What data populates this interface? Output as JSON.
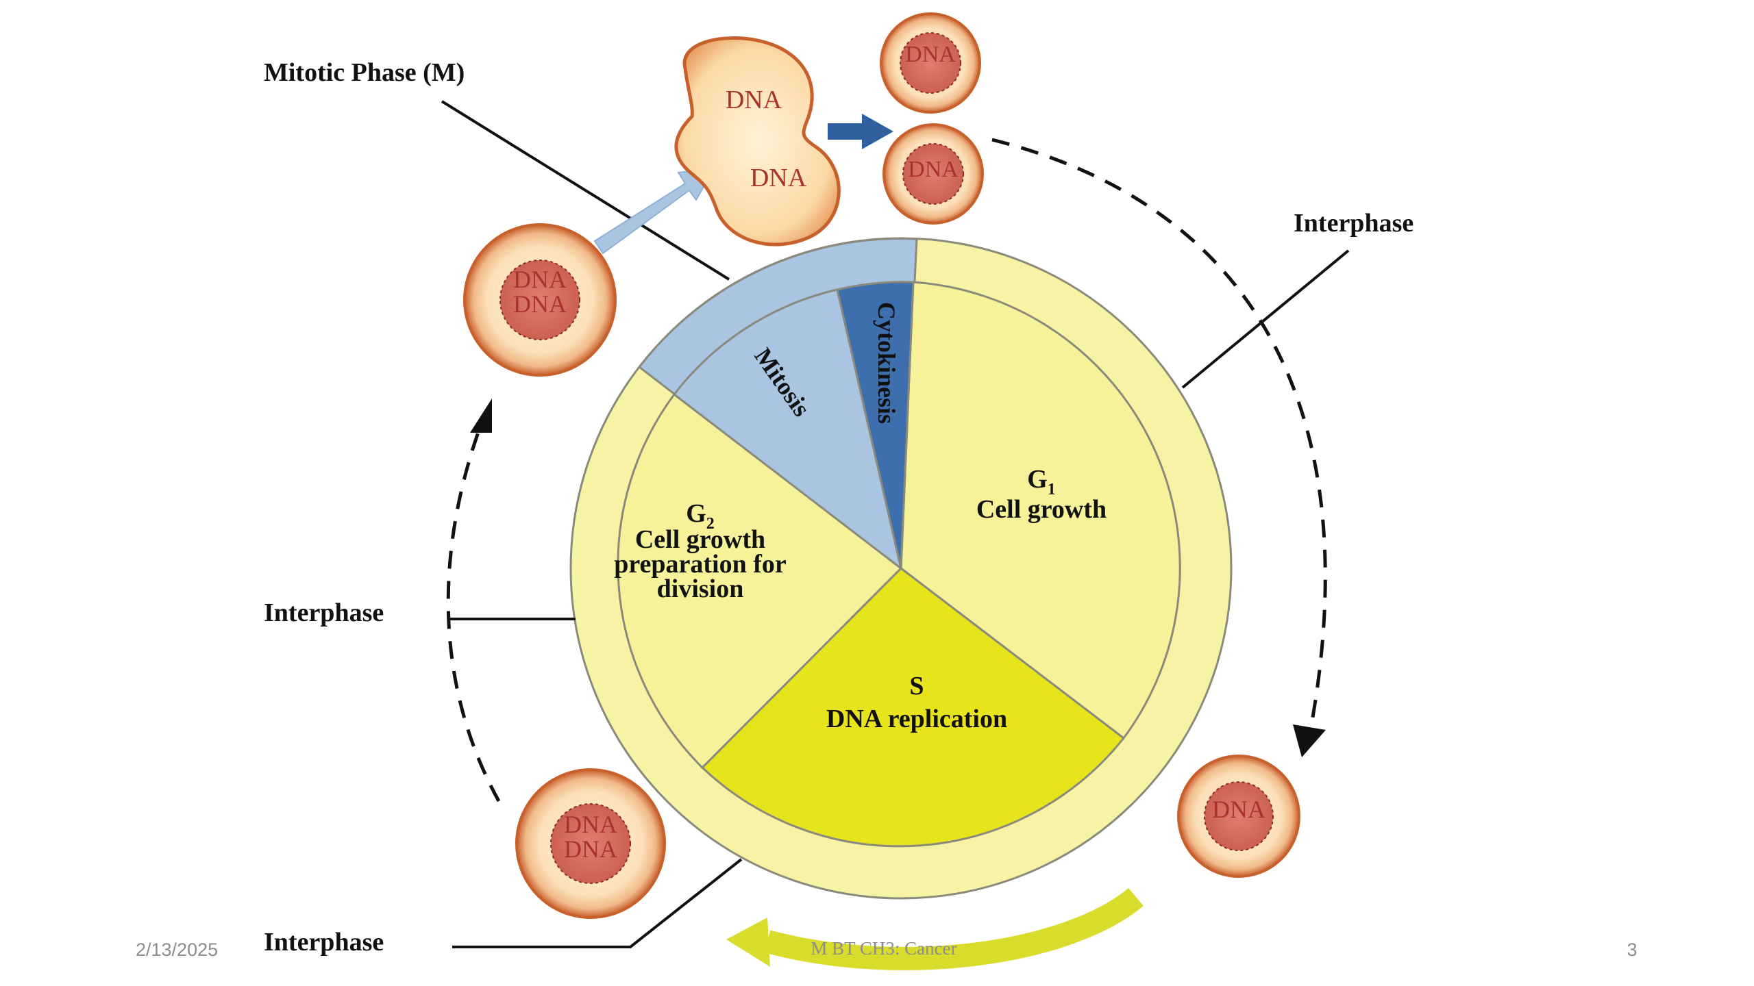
{
  "labels": {
    "mitotic_phase": "Mitotic Phase (M)",
    "interphase_right": "Interphase",
    "interphase_left": "Interphase",
    "interphase_bottom": "Interphase"
  },
  "phases": {
    "g1": {
      "name": "G",
      "sub": "1",
      "desc": "Cell growth"
    },
    "s": {
      "name": "S",
      "desc": "DNA replication"
    },
    "g2": {
      "name": "G",
      "sub": "2",
      "lines": [
        "Cell growth",
        "preparation for",
        "division"
      ]
    },
    "mitosis": "Mitosis",
    "cytokinesis": "Cytokinesis"
  },
  "dna_label": "DNA",
  "footer": {
    "date": "2/13/2025",
    "title": "M BT CH3: Cancer",
    "page": "3"
  },
  "colors": {
    "g_phase": "#f6f29a",
    "s_phase": "#e6e21a",
    "mitosis": "#a9c5e2",
    "cytokinesis": "#3d6fae",
    "cell_outer": "#c8602c",
    "nucleus": "#c05050",
    "dna_text": "#a8322d"
  }
}
